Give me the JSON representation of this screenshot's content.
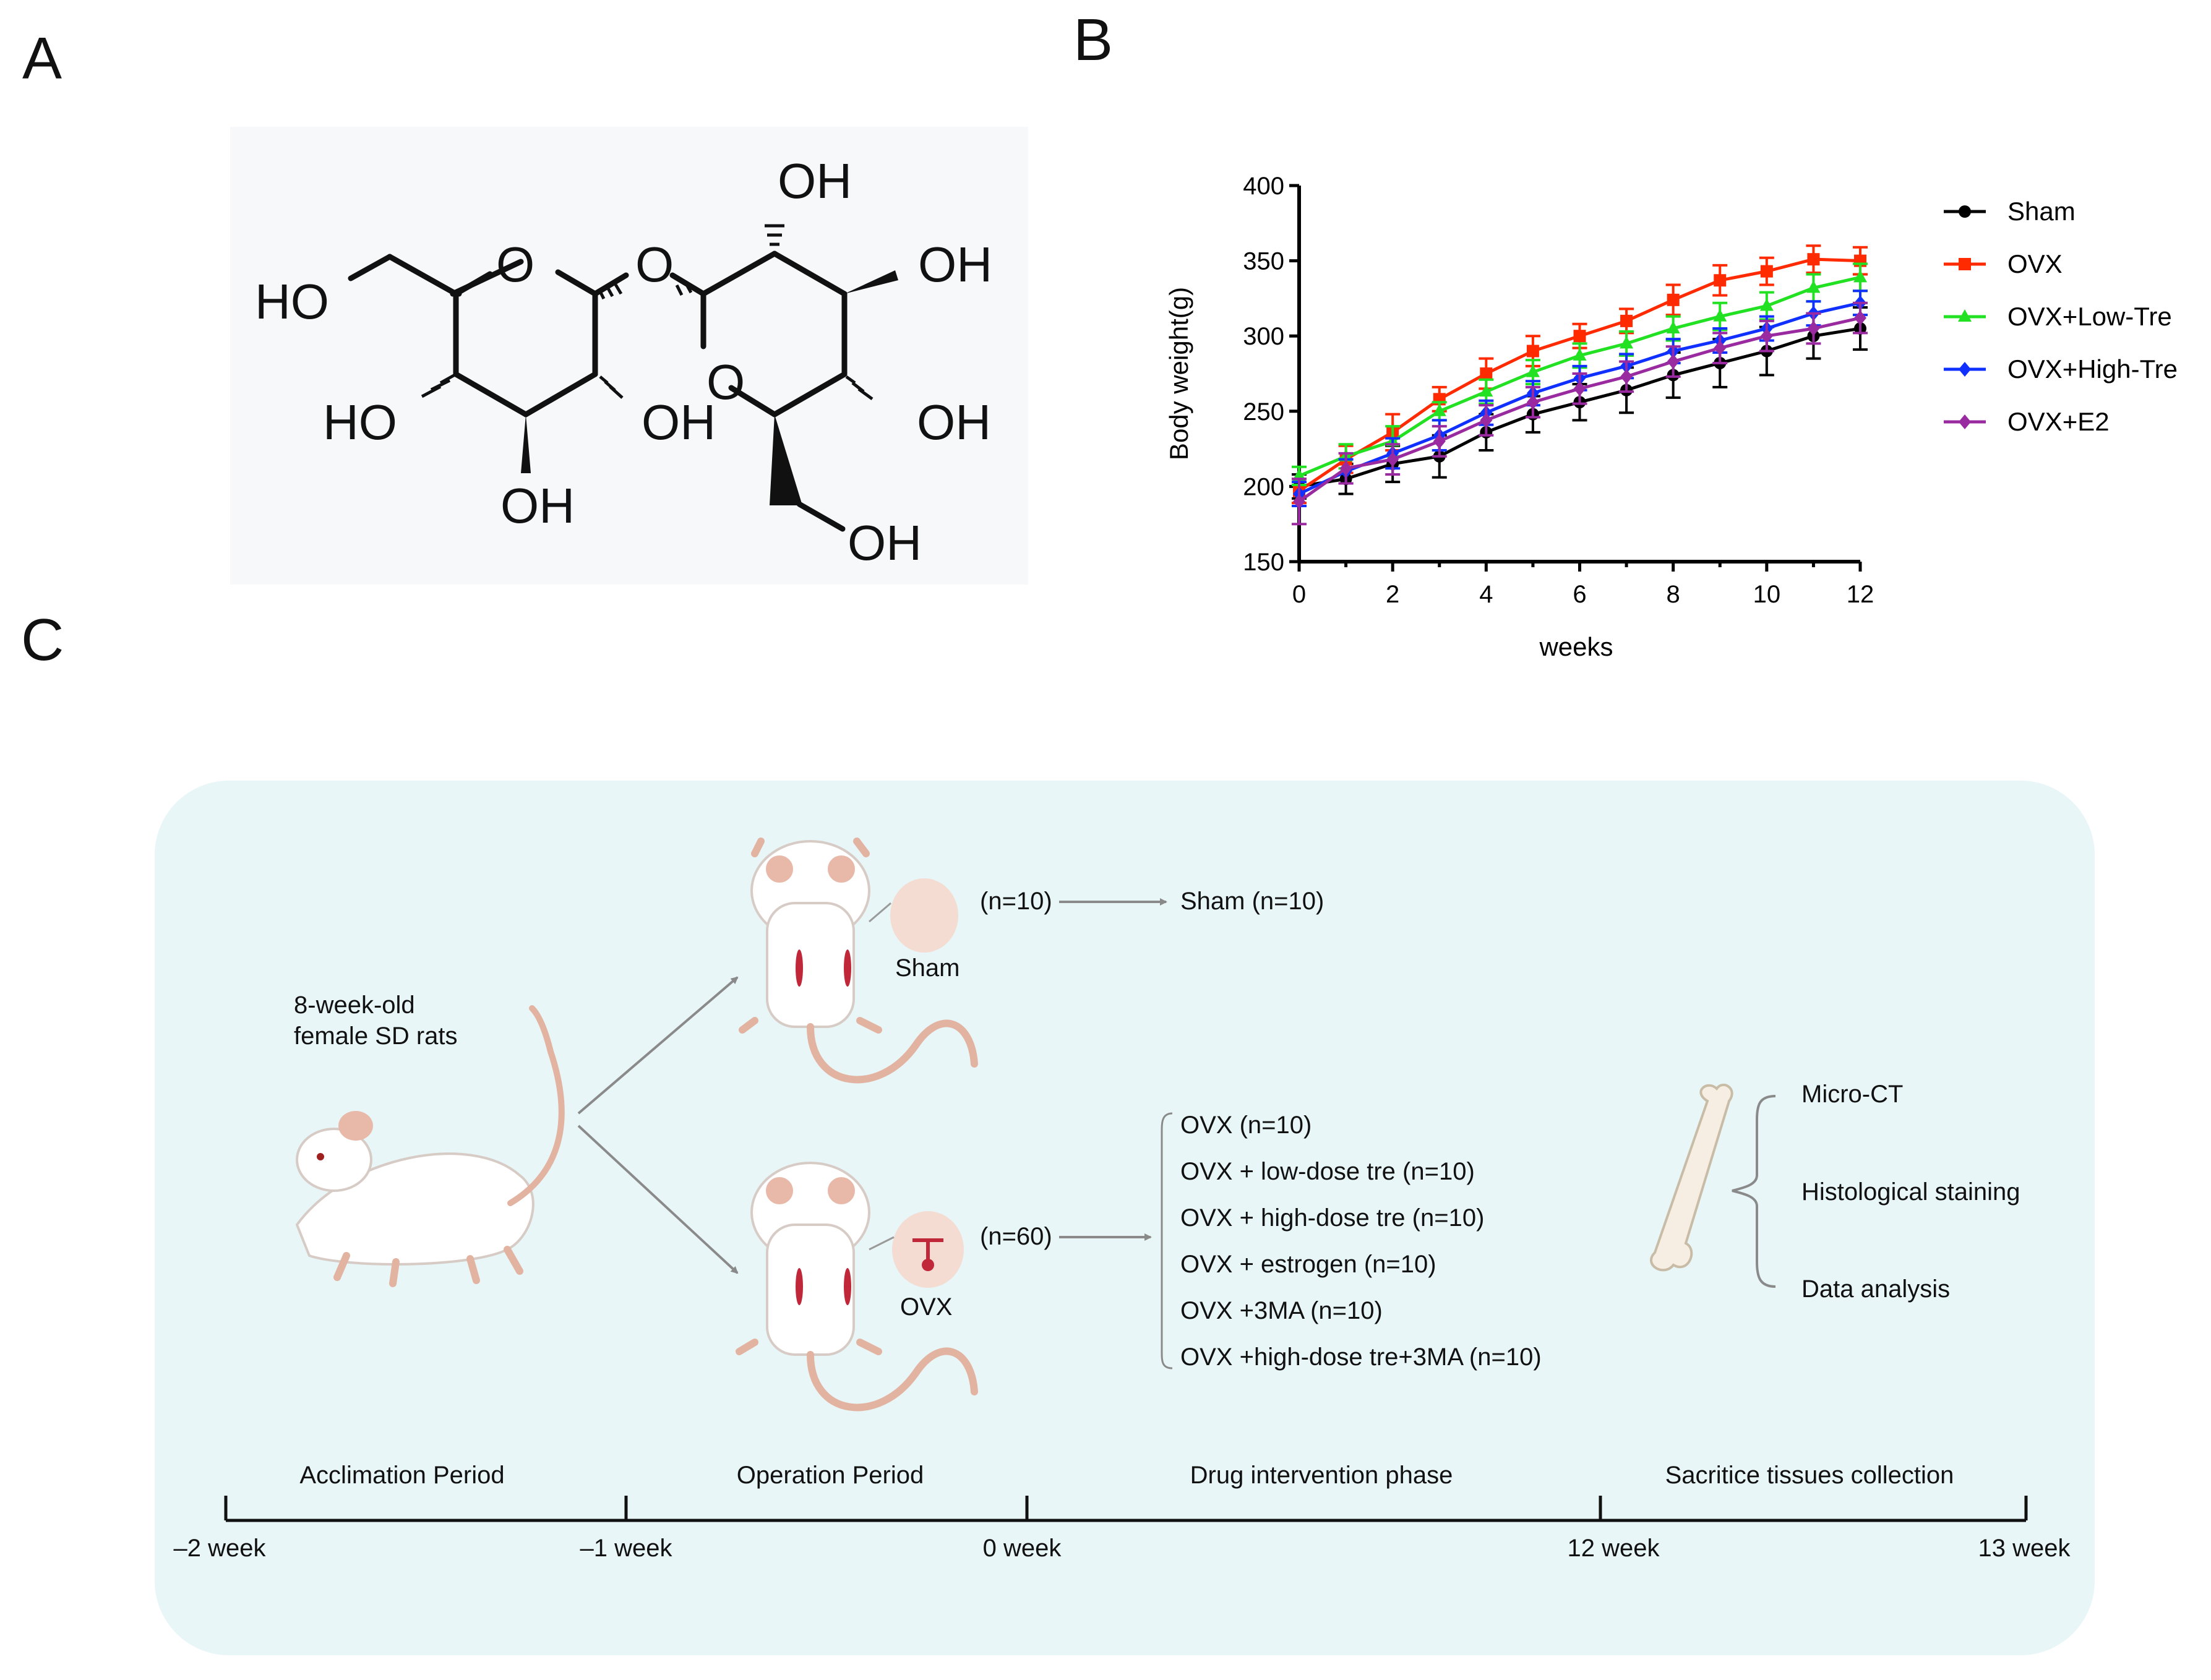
{
  "panels": {
    "a": "A",
    "b": "B",
    "c": "C"
  },
  "molecule": {
    "labels": {
      "ho_left": "HO",
      "o_ring1": "O",
      "o_bridge": "O",
      "oh_top": "OH",
      "oh_top_right": "OH",
      "ho_lower_left": "HO",
      "oh_middle": "OH",
      "o_ring2": "O",
      "oh_right": "OH",
      "oh_bottom": "OH",
      "oh_bottom_right": "OH"
    }
  },
  "chart_data": {
    "type": "line",
    "xlabel": "weeks",
    "ylabel": "Body weight(g)",
    "xlim": [
      0,
      12
    ],
    "ylim": [
      150,
      400
    ],
    "xticks": [
      0,
      2,
      4,
      6,
      8,
      10,
      12
    ],
    "yticks": [
      150,
      200,
      250,
      300,
      350,
      400
    ],
    "x": [
      0,
      1,
      2,
      3,
      4,
      5,
      6,
      7,
      8,
      9,
      10,
      11,
      12
    ],
    "legend_position": "right",
    "series": [
      {
        "name": "Sham",
        "color": "#000000",
        "marker": "circle",
        "values": [
          200,
          205,
          215,
          220,
          236,
          248,
          256,
          264,
          274,
          282,
          290,
          300,
          305
        ],
        "errors": [
          8,
          10,
          12,
          14,
          12,
          12,
          12,
          15,
          15,
          16,
          16,
          15,
          14
        ]
      },
      {
        "name": "OVX",
        "color": "#ff2a00",
        "marker": "square",
        "values": [
          197,
          218,
          236,
          258,
          275,
          290,
          300,
          310,
          324,
          337,
          343,
          351,
          350
        ],
        "errors": [
          8,
          9,
          12,
          8,
          10,
          10,
          8,
          8,
          10,
          10,
          9,
          9,
          9
        ]
      },
      {
        "name": "OVX+Low-Tre",
        "color": "#22e022",
        "marker": "triangle",
        "values": [
          207,
          220,
          230,
          250,
          263,
          276,
          287,
          295,
          305,
          313,
          320,
          332,
          339
        ],
        "errors": [
          6,
          8,
          10,
          6,
          8,
          8,
          8,
          8,
          8,
          9,
          9,
          9,
          9
        ]
      },
      {
        "name": "OVX+High-Tre",
        "color": "#1030ff",
        "marker": "diamond",
        "values": [
          195,
          210,
          222,
          234,
          249,
          262,
          272,
          280,
          290,
          297,
          305,
          315,
          322
        ],
        "errors": [
          8,
          8,
          10,
          10,
          8,
          8,
          8,
          8,
          8,
          8,
          8,
          8,
          8
        ]
      },
      {
        "name": "OVX+E2",
        "color": "#9a2aa0",
        "marker": "diamond",
        "values": [
          190,
          212,
          218,
          230,
          244,
          256,
          265,
          273,
          283,
          292,
          300,
          305,
          312
        ],
        "errors": [
          15,
          10,
          10,
          10,
          10,
          10,
          10,
          10,
          10,
          10,
          10,
          10,
          10
        ]
      }
    ]
  },
  "diagram": {
    "start_label_line1": "8-week-old",
    "start_label_line2": "female SD rats",
    "sham_label": "Sham",
    "ovx_label": "OVX",
    "sham_n": "(n=10)",
    "ovx_n": "(n=60)",
    "sham_group": "Sham (n=10)",
    "groups": [
      "OVX (n=10)",
      "OVX + low-dose tre (n=10)",
      "OVX + high-dose tre (n=10)",
      "OVX + estrogen (n=10)",
      "OVX +3MA (n=10)",
      "OVX +high-dose tre+3MA (n=10)"
    ],
    "analyses": [
      "Micro-CT",
      "Histological staining",
      "Data analysis"
    ],
    "phases": [
      "Acclimation Period",
      "Operation Period",
      "Drug intervention phase",
      "Sacritice tissues collection"
    ],
    "timeline": [
      "–2 week",
      "–1 week",
      "0 week",
      "12 week",
      "13 week"
    ],
    "background_color": "#e8f6f8"
  }
}
